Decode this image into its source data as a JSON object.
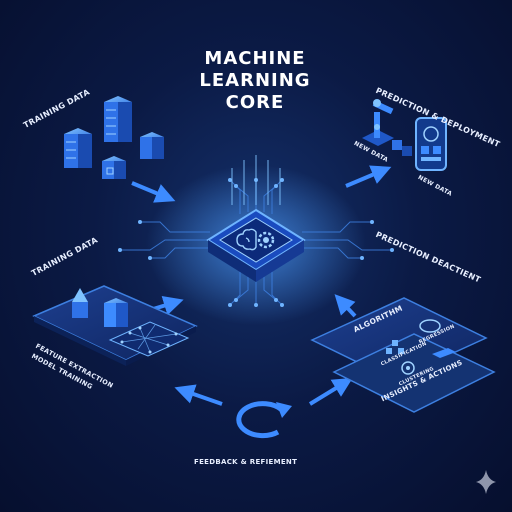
{
  "title": {
    "line1": "MACHINE",
    "line2": "LEARNING",
    "line3": "CORE"
  },
  "labels": {
    "training_data_top": "TRAINING DATA",
    "training_data_mid": "TRAINING DATA",
    "prediction_deployment": "PREDICTION & DEPLOYMENT",
    "new_data_1": "NEW DATA",
    "new_data_2": "NEW DATA",
    "prediction_deactient": "PREDICTION DEACTIENT",
    "feature_extraction": "FEATURE EXTRACTION",
    "model_training": "MODEL TRAINING",
    "algorithm": "ALGORITHM",
    "classification": "CLASSIFICATION",
    "regression": "REGRESSION",
    "clustering": "CLUSTERING",
    "insights_actions": "INSIGHTS & ACTIONS",
    "feedback": "FEEDBACK & REFIEMENT"
  },
  "icons": [
    "brain-icon",
    "gear-icon",
    "server-stack-icon",
    "robot-arm-icon",
    "phone-icon",
    "cycle-arrow-icon",
    "sparkle-icon"
  ],
  "colors": {
    "accent": "#3d8bff",
    "glow": "#6fb4ff",
    "background": "#0b1a45"
  }
}
